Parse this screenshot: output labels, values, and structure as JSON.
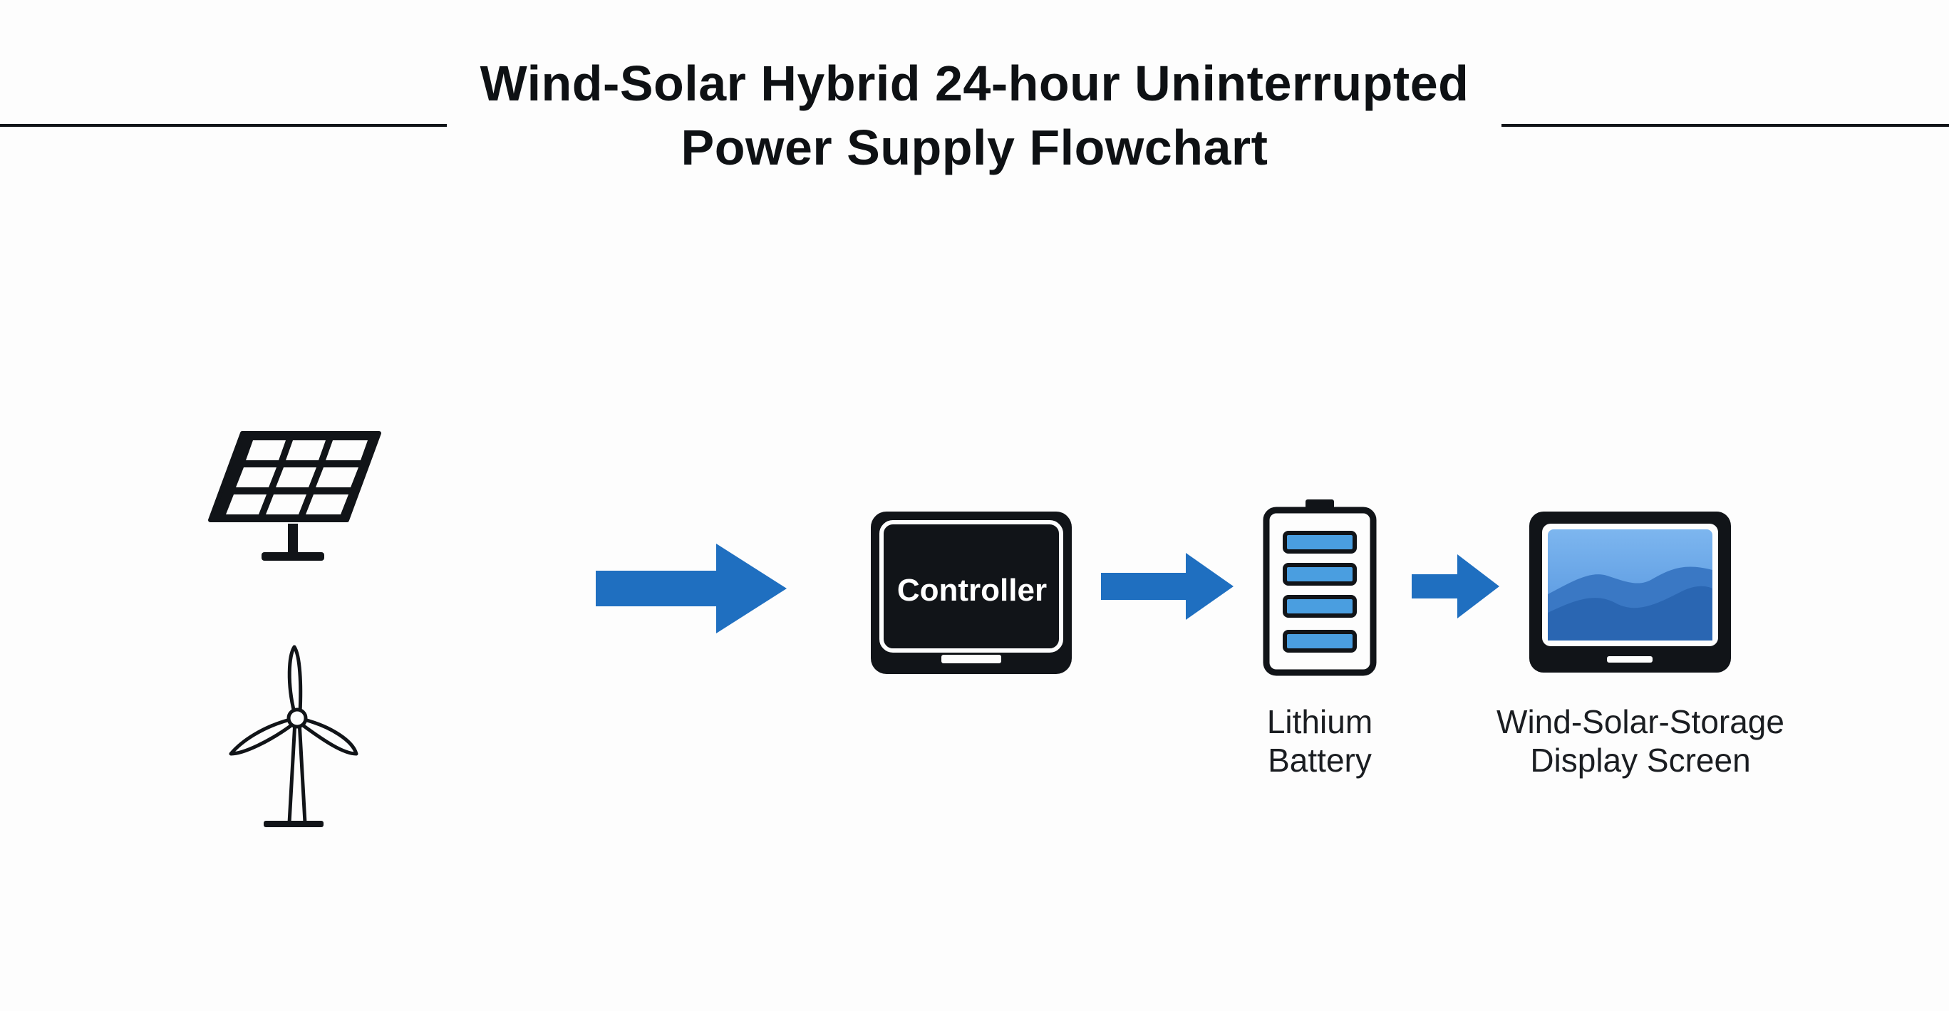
{
  "title": {
    "line1": "Wind-Solar Hybrid 24-hour Uninterrupted",
    "line2": "Power Supply Flowchart"
  },
  "nodes": {
    "solar": {
      "icon": "solar-panel-icon"
    },
    "wind": {
      "icon": "wind-turbine-icon"
    },
    "controller": {
      "icon": "controller-monitor-icon",
      "label": "Controller"
    },
    "battery": {
      "icon": "lithium-battery-icon",
      "label_line1": "Lithium",
      "label_line2": "Battery"
    },
    "display": {
      "icon": "display-screen-icon",
      "label_line1": "Wind-Solar-Storage",
      "label_line2": "Display Screen"
    }
  },
  "colors": {
    "ink": "#111418",
    "arrow": "#1f6fc0",
    "battery_cell": "#4a9ee0",
    "screen_sky": "#5b9ee6",
    "screen_mountain": "#2a66b2"
  }
}
